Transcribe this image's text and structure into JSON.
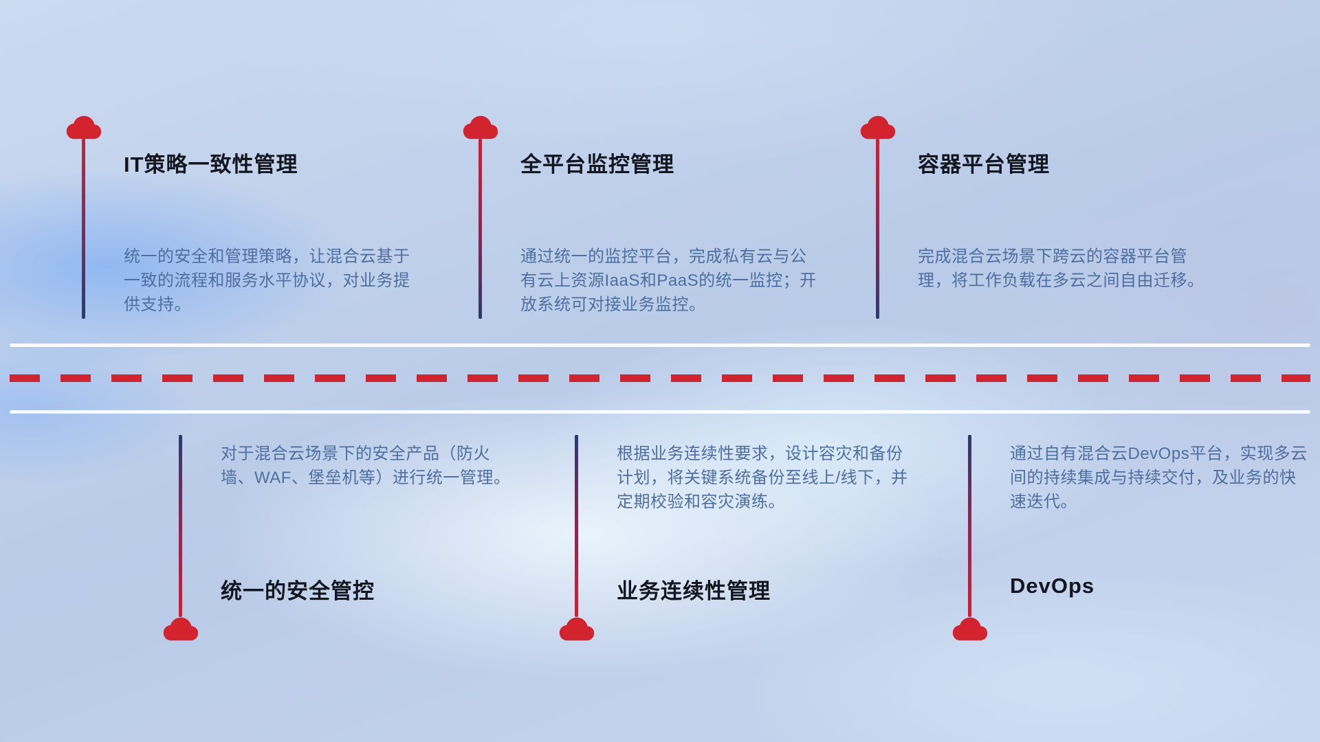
{
  "diagram": {
    "colors": {
      "cloud_red": "#d2232e",
      "line_navy": "#2c3a6d",
      "description_blue": "#4f6fa0",
      "title_dark": "#13151f"
    },
    "top_items": [
      {
        "title": "IT策略一致性管理",
        "description": "统一的安全和管理策略，让混合云基于一致的流程和服务水平协议，对业务提供支持。"
      },
      {
        "title": "全平台监控管理",
        "description": "通过统一的监控平台，完成私有云与公有云上资源IaaS和PaaS的统一监控；开放系统可对接业务监控。"
      },
      {
        "title": "容器平台管理",
        "description": "完成混合云场景下跨云的容器平台管理，将工作负载在多云之间自由迁移。"
      }
    ],
    "bottom_items": [
      {
        "title": "统一的安全管控",
        "description": "对于混合云场景下的安全产品（防火墙、WAF、堡垒机等）进行统一管理。"
      },
      {
        "title": "业务连续性管理",
        "description": "根据业务连续性要求，设计容灾和备份计划，将关键系统备份至线上/线下，并定期校验和容灾演练。"
      },
      {
        "title": "DevOps",
        "description": "通过自有混合云DevOps平台，实现多云间的持续集成与持续交付，及业务的快速迭代。"
      }
    ]
  }
}
